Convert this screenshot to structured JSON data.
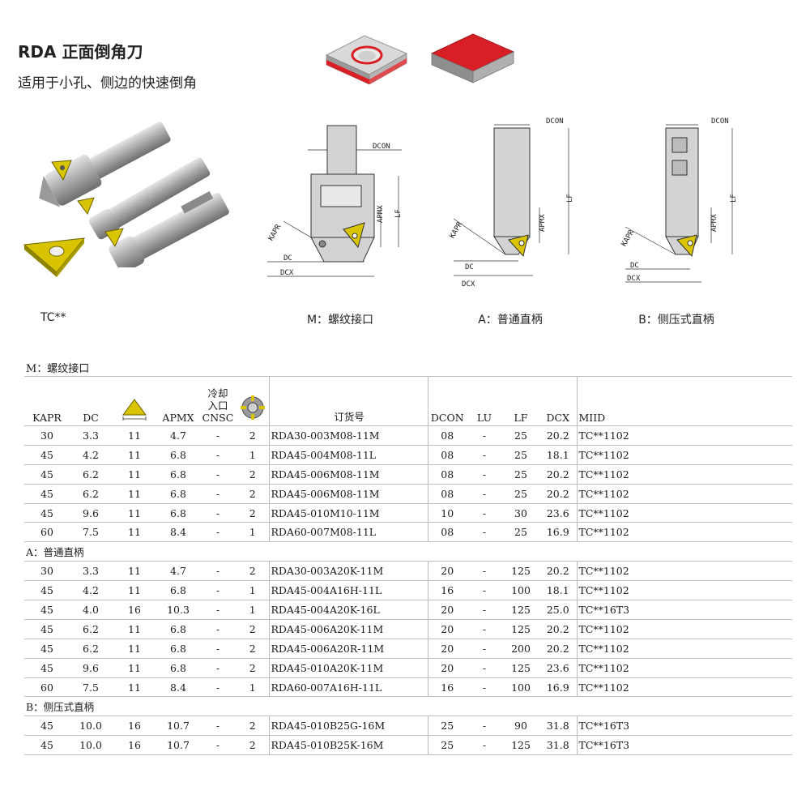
{
  "header": {
    "title": "RDA 正面倒角刀",
    "subtitle": "适用于小孔、侧边的快速倒角"
  },
  "captions": {
    "insert": "TC**",
    "m_type": "M：螺纹接口",
    "a_type": "A：普通直柄",
    "b_type": "B：侧压式直柄"
  },
  "dim_labels": {
    "dcon": "DCON",
    "dc": "DC",
    "dcx": "DCX",
    "kapr": "KAPR",
    "apmx": "APMX",
    "lf": "LF"
  },
  "colors": {
    "insert_yellow": "#d8c400",
    "insert_red": "#d81f26",
    "insert_grey": "#c9c9c9",
    "rule": "#bdbdbd"
  },
  "table": {
    "columns": {
      "kapr": "KAPR",
      "dc": "DC",
      "coolant_line1": "冷却",
      "coolant_line2": "入口",
      "apmx": "APMX",
      "cnsc": "CNSC",
      "order_no": "订货号",
      "dcon": "DCON",
      "lu": "LU",
      "lf": "LF",
      "dcx": "DCX",
      "miid": "MIID"
    },
    "header_icons": [
      "triangle-insert-icon",
      "edge-count-icon"
    ],
    "sections": [
      {
        "label": "M：螺纹接口",
        "rows": [
          [
            "30",
            "3.3",
            "11",
            "4.7",
            "-",
            "2",
            "RDA30-003M08-11M",
            "08",
            "-",
            "25",
            "20.2",
            "TC**1102"
          ],
          [
            "45",
            "4.2",
            "11",
            "6.8",
            "-",
            "1",
            "RDA45-004M08-11L",
            "08",
            "-",
            "25",
            "18.1",
            "TC**1102"
          ],
          [
            "45",
            "6.2",
            "11",
            "6.8",
            "-",
            "2",
            "RDA45-006M08-11M",
            "08",
            "-",
            "25",
            "20.2",
            "TC**1102"
          ],
          [
            "45",
            "6.2",
            "11",
            "6.8",
            "-",
            "2",
            "RDA45-006M08-11M",
            "08",
            "-",
            "25",
            "20.2",
            "TC**1102"
          ],
          [
            "45",
            "9.6",
            "11",
            "6.8",
            "-",
            "2",
            "RDA45-010M10-11M",
            "10",
            "-",
            "30",
            "23.6",
            "TC**1102"
          ],
          [
            "60",
            "7.5",
            "11",
            "8.4",
            "-",
            "1",
            "RDA60-007M08-11L",
            "08",
            "-",
            "25",
            "16.9",
            "TC**1102"
          ]
        ]
      },
      {
        "label": "A：普通直柄",
        "rows": [
          [
            "30",
            "3.3",
            "11",
            "4.7",
            "-",
            "2",
            "RDA30-003A20K-11M",
            "20",
            "-",
            "125",
            "20.2",
            "TC**1102"
          ],
          [
            "45",
            "4.2",
            "11",
            "6.8",
            "-",
            "1",
            "RDA45-004A16H-11L",
            "16",
            "-",
            "100",
            "18.1",
            "TC**1102"
          ],
          [
            "45",
            "4.0",
            "16",
            "10.3",
            "-",
            "1",
            "RDA45-004A20K-16L",
            "20",
            "-",
            "125",
            "25.0",
            "TC**16T3"
          ],
          [
            "45",
            "6.2",
            "11",
            "6.8",
            "-",
            "2",
            "RDA45-006A20K-11M",
            "20",
            "-",
            "125",
            "20.2",
            "TC**1102"
          ],
          [
            "45",
            "6.2",
            "11",
            "6.8",
            "-",
            "2",
            "RDA45-006A20R-11M",
            "20",
            "-",
            "200",
            "20.2",
            "TC**1102"
          ],
          [
            "45",
            "9.6",
            "11",
            "6.8",
            "-",
            "2",
            "RDA45-010A20K-11M",
            "20",
            "-",
            "125",
            "23.6",
            "TC**1102"
          ],
          [
            "60",
            "7.5",
            "11",
            "8.4",
            "-",
            "1",
            "RDA60-007A16H-11L",
            "16",
            "-",
            "100",
            "16.9",
            "TC**1102"
          ]
        ]
      },
      {
        "label": "B：侧压式直柄",
        "rows": [
          [
            "45",
            "10.0",
            "16",
            "10.7",
            "-",
            "2",
            "RDA45-010B25G-16M",
            "25",
            "-",
            "90",
            "31.8",
            "TC**16T3"
          ],
          [
            "45",
            "10.0",
            "16",
            "10.7",
            "-",
            "2",
            "RDA45-010B25K-16M",
            "25",
            "-",
            "125",
            "31.8",
            "TC**16T3"
          ]
        ]
      }
    ]
  }
}
